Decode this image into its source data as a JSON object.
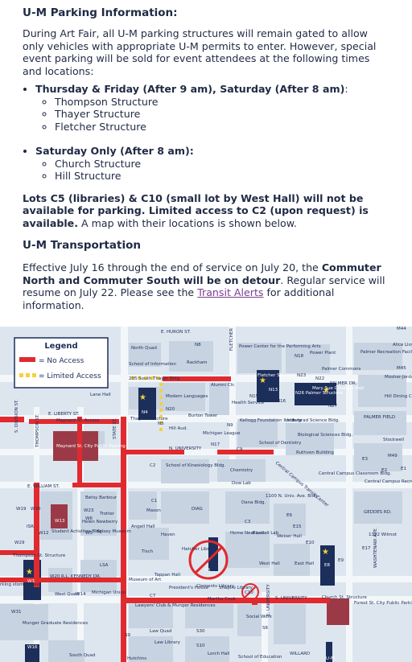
{
  "parking": {
    "heading": "U-M Parking Information:",
    "intro": "During Art Fair, all U-M parking structures will remain gated to allow only vehicles with appropriate U-M permits to enter. However, special event parking will be sold for event attendees at the following times and locations:",
    "groups": [
      {
        "label": "Thursday & Friday (After 9 am), Saturday (After 8 am)",
        "suffix": ":",
        "items": [
          "Thompson Structure",
          "Thayer Structure",
          "Fletcher Structure"
        ]
      },
      {
        "label": "Saturday Only (After 8 am):",
        "suffix": "",
        "items": [
          "Church Structure",
          "Hill Structure"
        ]
      }
    ],
    "lots_bold": "Lots C5 (libraries) & C10 (small lot by West Hall) will not be available for parking. Limited access to C2 (upon request) is available.",
    "lots_rest": " A map with their locations is shown below."
  },
  "transport": {
    "heading": "U-M Transportation",
    "p1": "Effective July 16 through the end of service on July 20, the ",
    "p1_bold": "Commuter North and Commuter South will be on detour",
    "p1_end": ".",
    "p2": "Regular service will resume on July 22. Please see the ",
    "link": "Transit Alerts",
    "p2_end": " for additional information."
  },
  "map": {
    "legend_title": "Legend",
    "legend_no_access": "= No Access",
    "legend_limited": "= Limited Access",
    "no_access_color": "#e02a2f",
    "limited_color": "#f5d13a",
    "labels": [
      "E. HURON ST.",
      "N8",
      "North Quad",
      "Rackham",
      "School of Information",
      "FLETCHER",
      "Power Center for the Performing Arts",
      "N18",
      "Power Plant",
      "Palmer Commons",
      "Palmer Recreation Facility",
      "Alice Lloyd",
      "M44",
      "M45",
      "Mosher-Jordan",
      "N23",
      "N22",
      "PALMER DR.",
      "Fletcher Structure",
      "N13",
      "N26 Palmer Structure",
      "Mary Sue Coleman Hall",
      "N27",
      "Hill Dining Ctr.",
      "PALMER FIELD",
      "Stockwell",
      "M49",
      "E1",
      "E2",
      "Central Campus Recreation Bldg.",
      "GEDDES RD.",
      "1322 Wilmot",
      "E17",
      "E8",
      "E9",
      "Church St. Structure",
      "S. UNIVERSITY",
      "WASHTENAW AVE.",
      "Forest St. City Public Parking",
      "Lane Hall",
      "Modern Languages",
      "N20",
      "Burton Tower",
      "N5",
      "Hill Aud.",
      "Michigan League",
      "N17",
      "Alumni Ctr.",
      "Health Service",
      "N15",
      "N16",
      "N9",
      "Kellogg Foundation Institute",
      "Undergrad Science Bldg.",
      "School of Dentistry",
      "Biological Sciences Bldg.",
      "Ruthven Building",
      "C9",
      "E3",
      "Central Campus Classroom Bldg.",
      "Central Campus Transit Center",
      "N. UNIVERSITY",
      "E. LIBERTY ST.",
      "Maynard St. Access",
      "Maynard St. City Public Parking",
      "N4",
      "Thayer Structure",
      "205 South Thayer Bldg.",
      "C2",
      "School of Kinesiology Bldg.",
      "Chemistry",
      "Dow Lab",
      "1100 N. Univ. Ave. Bldg.",
      "Dana Bldg.",
      "E6",
      "E15",
      "E10",
      "Weiser Hall",
      "E. WILLIAM ST.",
      "Betsy Barbour",
      "Helen Newberry",
      "W23",
      "W19",
      "W30",
      "W13",
      "ISR",
      "W12",
      "W29",
      "Student Activities Bldg.",
      "Trotter",
      "W6",
      "Kelsey Museum",
      "W5",
      "C1",
      "Mason",
      "Haven",
      "Angell Hall",
      "Tisch",
      "DIAG",
      "C3",
      "Randall Lab",
      "Home Neal Lab",
      "Hatcher Library",
      "C5",
      "West Hall",
      "East Hall",
      "Tappan Hall",
      "Shapiro Library",
      "C10",
      "Museum of Art",
      "President's House",
      "C7",
      "Clements Library",
      "Thompson St. Structure",
      "W3",
      "W20",
      "R.L. KENNEDY DR.",
      "West Quad",
      "W14",
      "Michigan Union",
      "LSA",
      "W31",
      "Munger Graduate Residences",
      "Lawyers' Club & Munger Residences",
      "Martha Cook",
      "Social Work",
      "S6",
      "S9",
      "Law Quad",
      "Law Library",
      "S30",
      "S10",
      "Lorch Hall",
      "School of Education",
      "Hutchins",
      "W16",
      "South Quad",
      "WILLARD",
      "STATE ST.",
      "THOMPSON ST.",
      "S. DIVISION ST.",
      "E. UNIVERSITY",
      "U-M",
      "rking stome vices"
    ]
  }
}
